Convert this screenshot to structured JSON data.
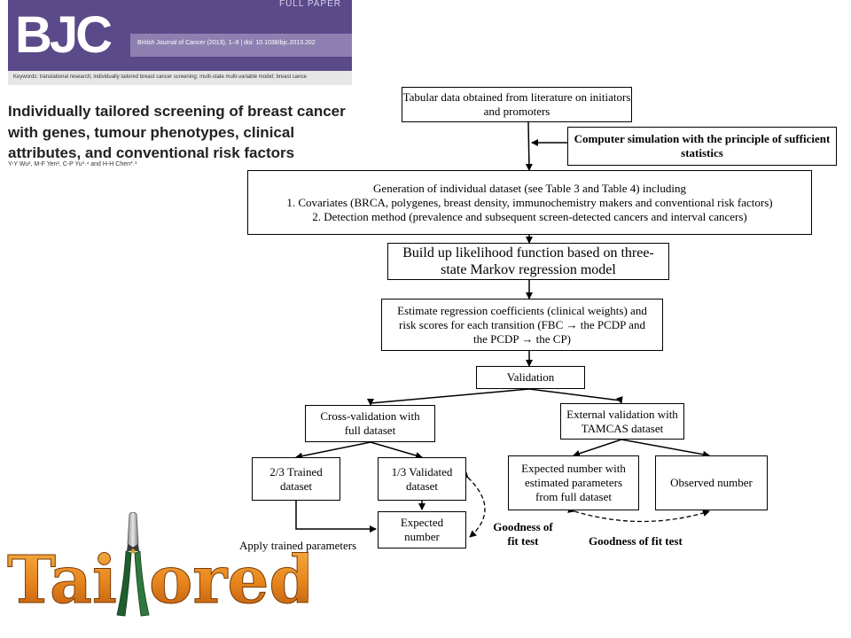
{
  "journal": {
    "logo": "BJC",
    "full_paper": "FULL PAPER",
    "citation": "British Journal of Cancer (2013), 1–9 | doi: 10.1038/bjc.2013.202",
    "keywords": "Keywords: translational research; individually tailored breast cancer screening; multi-state multi-variable model; breast cance",
    "title": "Individually tailored screening of breast cancer with genes, tumour phenotypes, clinical attributes, and conventional risk factors",
    "authors": "Y-Y Wu¹, M-F Yen², C-P Yu³˒⁴ and H-H Chen*˒¹"
  },
  "flowchart": {
    "tabular": "Tabular data obtained from literature on initiators and promoters",
    "simulation": "Computer simulation with the principle of sufficient statistics",
    "generation_line1": "Generation of individual dataset (see Table 3 and Table 4) including",
    "generation_line2": "1. Covariates (BRCA, polygenes, breast density, immunochemistry makers and conventional risk factors)",
    "generation_line3": "2. Detection method (prevalence and subsequent screen-detected cancers and interval cancers)",
    "likelihood": "Build up likelihood function based on three-state Markov regression model",
    "estimate": "Estimate regression coefficients (clinical weights) and risk scores for each transition (FBC → the PCDP and the PCDP → the CP)",
    "validation": "Validation",
    "cross_validation": "Cross-validation with full dataset",
    "external_validation": "External validation with TAMCAS dataset",
    "trained": "2/3 Trained dataset",
    "validated": "1/3 Validated dataset",
    "expected_number": "Expected number",
    "expected_full": "Expected number with estimated parameters from full dataset",
    "observed": "Observed number",
    "apply_trained": "Apply trained parameters",
    "gof_left": "Goodness of fit test",
    "gof_right": "Goodness of fit test"
  },
  "logo_text": "Tailored",
  "colors": {
    "banner": "#5b4a8a",
    "logo_orange": "#e8871e"
  }
}
